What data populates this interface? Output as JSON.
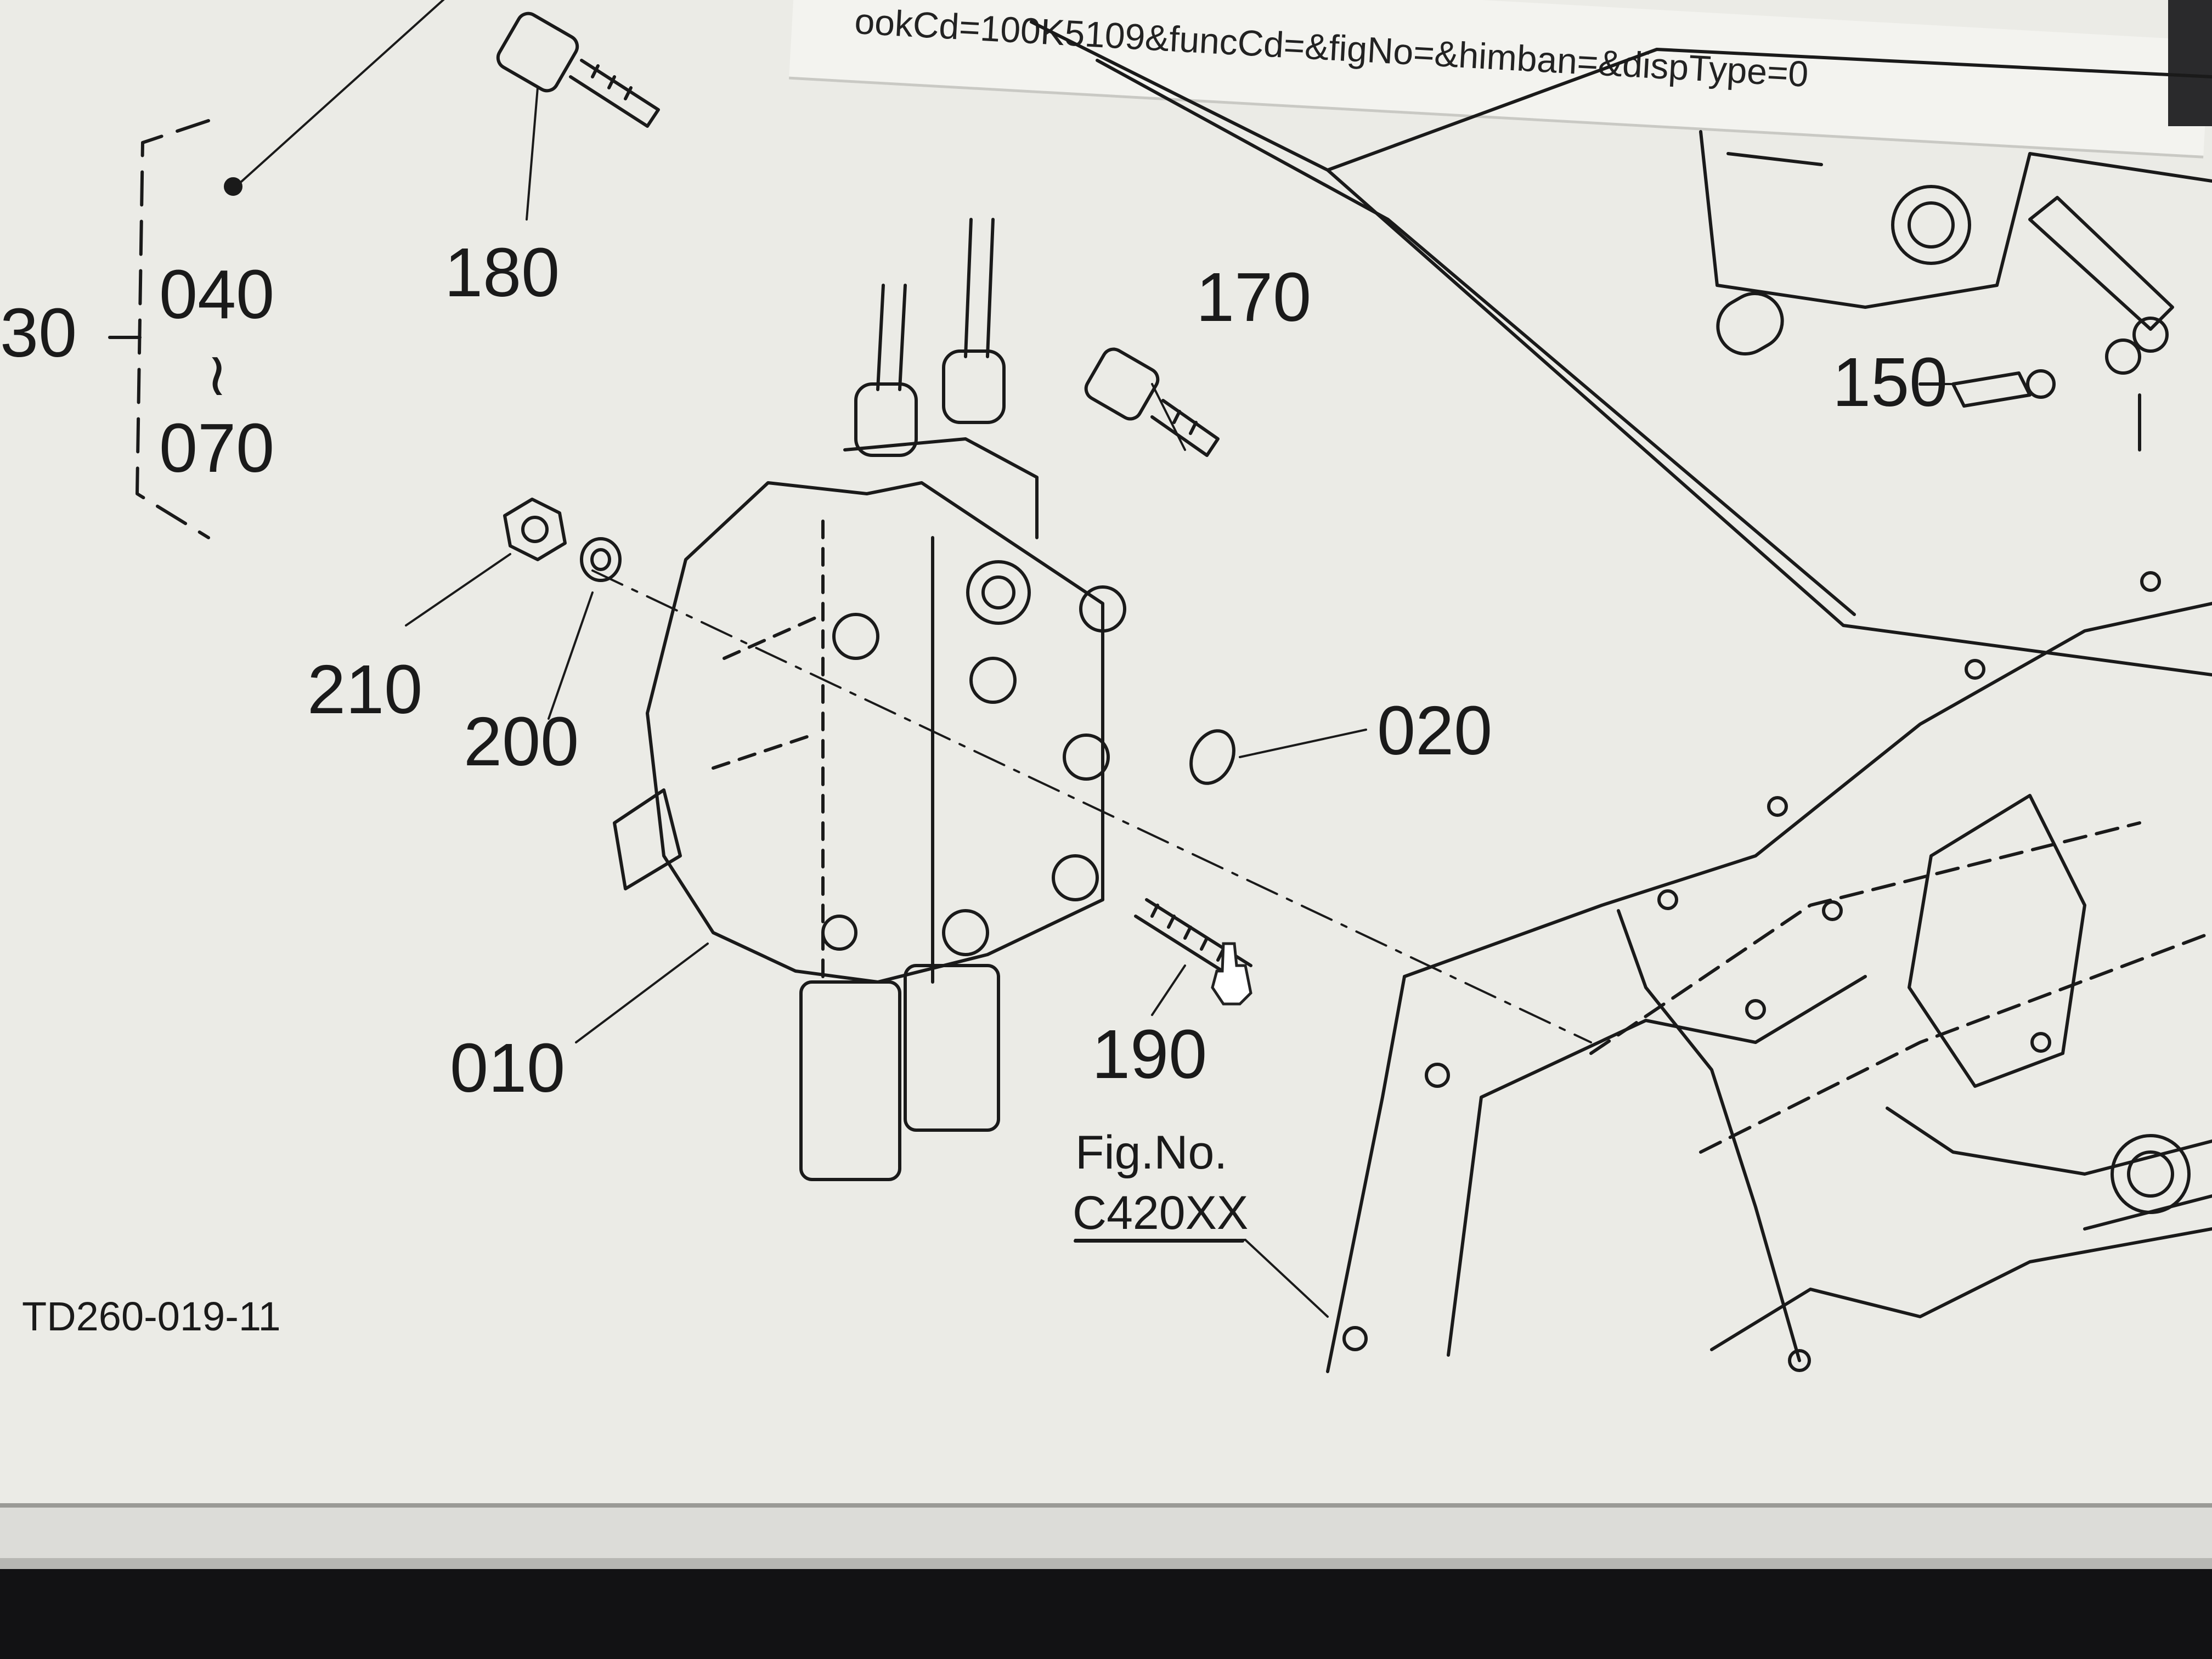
{
  "browser": {
    "url_fragment": "ookCd=100K5109&funcCd=&figNo=&himban=&dispType=0"
  },
  "diagram": {
    "part_labels": {
      "p030": "30",
      "p040": "040",
      "tilde": "≀",
      "p070": "070",
      "p180": "180",
      "p170": "170",
      "p150": "150",
      "p210": "210",
      "p200": "200",
      "p020": "020",
      "p010": "010",
      "p190": "190"
    },
    "fig_ref": {
      "line1": "Fig.No.",
      "line2": "C420XX"
    },
    "drawing_code": "TD260-019-11"
  }
}
